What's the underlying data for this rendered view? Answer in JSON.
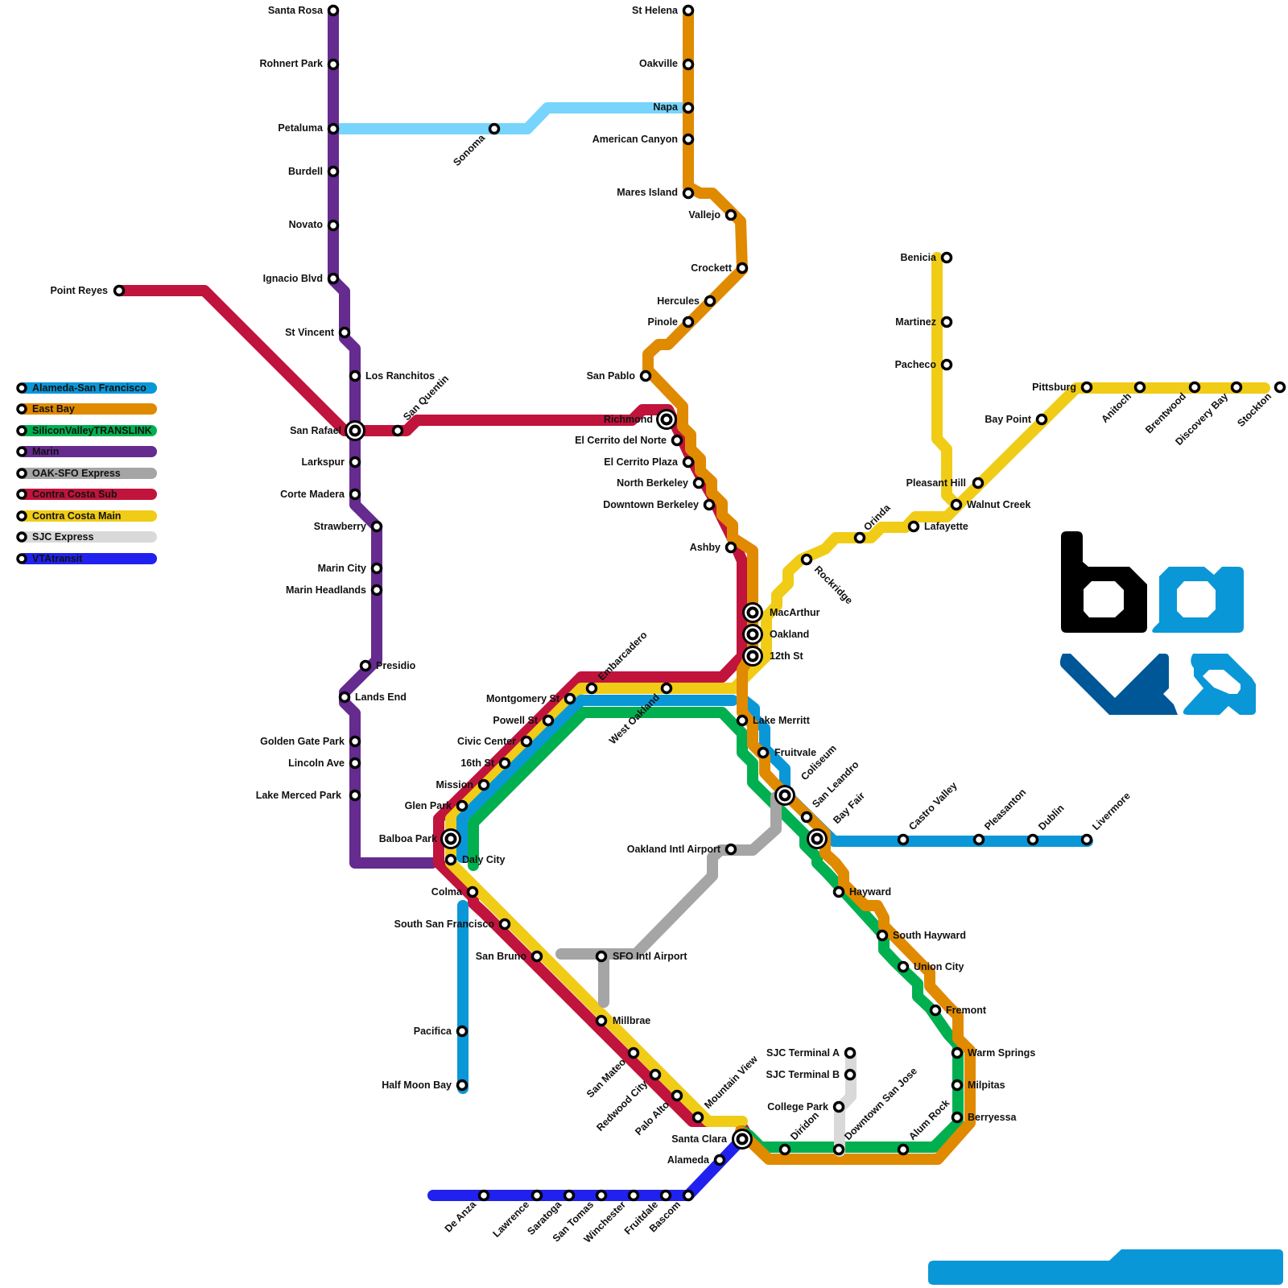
{
  "legend": [
    {
      "label": "Alameda-San Francisco",
      "color": "#0a97d7"
    },
    {
      "label": "East Bay",
      "color": "#e08a00"
    },
    {
      "label": "SiliconValleyTRANSLINK",
      "color": "#00b050"
    },
    {
      "label": "Marin",
      "color": "#652b8e"
    },
    {
      "label": "OAK-SFO Express",
      "color": "#a5a5a5"
    },
    {
      "label": "Contra Costa Sub",
      "color": "#c0143c"
    },
    {
      "label": "Contra Costa Main",
      "color": "#f0cc17"
    },
    {
      "label": "SJC Express",
      "color": "#d9d9d9"
    },
    {
      "label": "VTAtransit",
      "color": "#2121ef"
    }
  ],
  "colors": {
    "alameda_sf": "#0a97d7",
    "east_bay": "#e08a00",
    "siliconvalley": "#00b050",
    "marin": "#652b8e",
    "oak_sfo": "#a5a5a5",
    "cc_sub": "#c0143c",
    "cc_main": "#f0cc17",
    "sjc": "#d9d9d9",
    "vta": "#2121ef",
    "sonoma_napa": "#77d4fc",
    "logo_dark": "#000000",
    "logo_blue": "#0a97d7",
    "logo_navy": "#005797"
  },
  "stations": {
    "santa_rosa": "Santa Rosa",
    "rohnert_park": "Rohnert Park",
    "petaluma": "Petaluma",
    "burdell": "Burdell",
    "novato": "Novato",
    "ignacio_blvd": "Ignacio Blvd",
    "st_vincent": "St Vincent",
    "los_ranchitos": "Los Ranchitos",
    "san_rafael": "San Rafael",
    "san_quentin": "San Quentin",
    "larkspur": "Larkspur",
    "corte_madera": "Corte Madera",
    "strawberry": "Strawberry",
    "marin_city": "Marin City",
    "marin_headlands": "Marin Headlands",
    "presidio": "Presidio",
    "lands_end": "Lands End",
    "golden_gate_park": "Golden Gate Park",
    "lincoln_ave": "Lincoln Ave",
    "lake_merced_park": "Lake Merced Park",
    "point_reyes": "Point Reyes",
    "sonoma": "Sonoma",
    "st_helena": "St Helena",
    "oakville": "Oakville",
    "napa": "Napa",
    "american_canyon": "American Canyon",
    "mares_island": "Mares Island",
    "vallejo": "Vallejo",
    "crockett": "Crockett",
    "hercules": "Hercules",
    "pinole": "Pinole",
    "san_pablo": "San Pablo",
    "richmond": "Richmond",
    "el_cerrito_del_norte": "El Cerrito del Norte",
    "el_cerrito_plaza": "El Cerrito Plaza",
    "north_berkeley": "North Berkeley",
    "downtown_berkeley": "Downtown Berkeley",
    "ashby": "Ashby",
    "macarthur": "MacArthur",
    "oakland": "Oakland",
    "twelfth_st": "12th St",
    "rockridge": "Rockridge",
    "orinda": "Orinda",
    "lafayette": "Lafayette",
    "walnut_creek": "Walnut Creek",
    "pleasant_hill": "Pleasant Hill",
    "benicia": "Benicia",
    "martinez": "Martinez",
    "pacheco": "Pacheco",
    "bay_point": "Bay Point",
    "pittsburg": "Pittsburg",
    "anitoch": "Anitoch",
    "brentwood": "Brentwood",
    "discovery_bay": "Discovery Bay",
    "stockton": "Stockton",
    "embarcadero": "Embarcadero",
    "west_oakland": "West Oakland",
    "montgomery_st": "Montgomery St",
    "powell_st": "Powell St",
    "civic_center": "Civic Center",
    "sixteenth_st": "16th St",
    "mission": "Mission",
    "glen_park": "Glen Park",
    "balboa_park": "Balboa Park",
    "daly_city": "Daly City",
    "colma": "Colma",
    "south_san_francisco": "South San Francisco",
    "san_bruno": "San Bruno",
    "sfo_intl_airport": "SFO Intl Airport",
    "millbrae": "Millbrae",
    "pacifica": "Pacifica",
    "half_moon_bay": "Half Moon Bay",
    "san_mateo": "San Mateo",
    "redwood_city": "Redwood City",
    "palo_alto": "Palo Alto",
    "mountain_view": "Mountain View",
    "santa_clara": "Santa Clara",
    "alameda": "Alameda",
    "de_anza": "De Anza",
    "lawrence": "Lawrence",
    "saratoga": "Saratoga",
    "san_tomas": "San Tomas",
    "winchester": "Winchester",
    "fruitdale": "Fruitdale",
    "bascom": "Bascom",
    "lake_merritt": "Lake Merritt",
    "fruitvale": "Fruitvale",
    "coliseum": "Coliseum",
    "san_leandro": "San Leandro",
    "bay_fair": "Bay Fair",
    "castro_valley": "Castro Valley",
    "pleasanton": "Pleasanton",
    "dublin": "Dublin",
    "livermore": "Livermore",
    "oakland_intl_airport": "Oakland Intl Airport",
    "hayward": "Hayward",
    "south_hayward": "South Hayward",
    "union_city": "Union City",
    "fremont": "Fremont",
    "warm_springs": "Warm Springs",
    "milpitas": "Milpitas",
    "berryessa": "Berryessa",
    "alum_rock": "Alum Rock",
    "downtown_san_jose": "Downtown San Jose",
    "diridon": "Diridon",
    "college_park": "College Park",
    "sjc_terminal_a": "SJC Terminal A",
    "sjc_terminal_b": "SJC Terminal B"
  }
}
